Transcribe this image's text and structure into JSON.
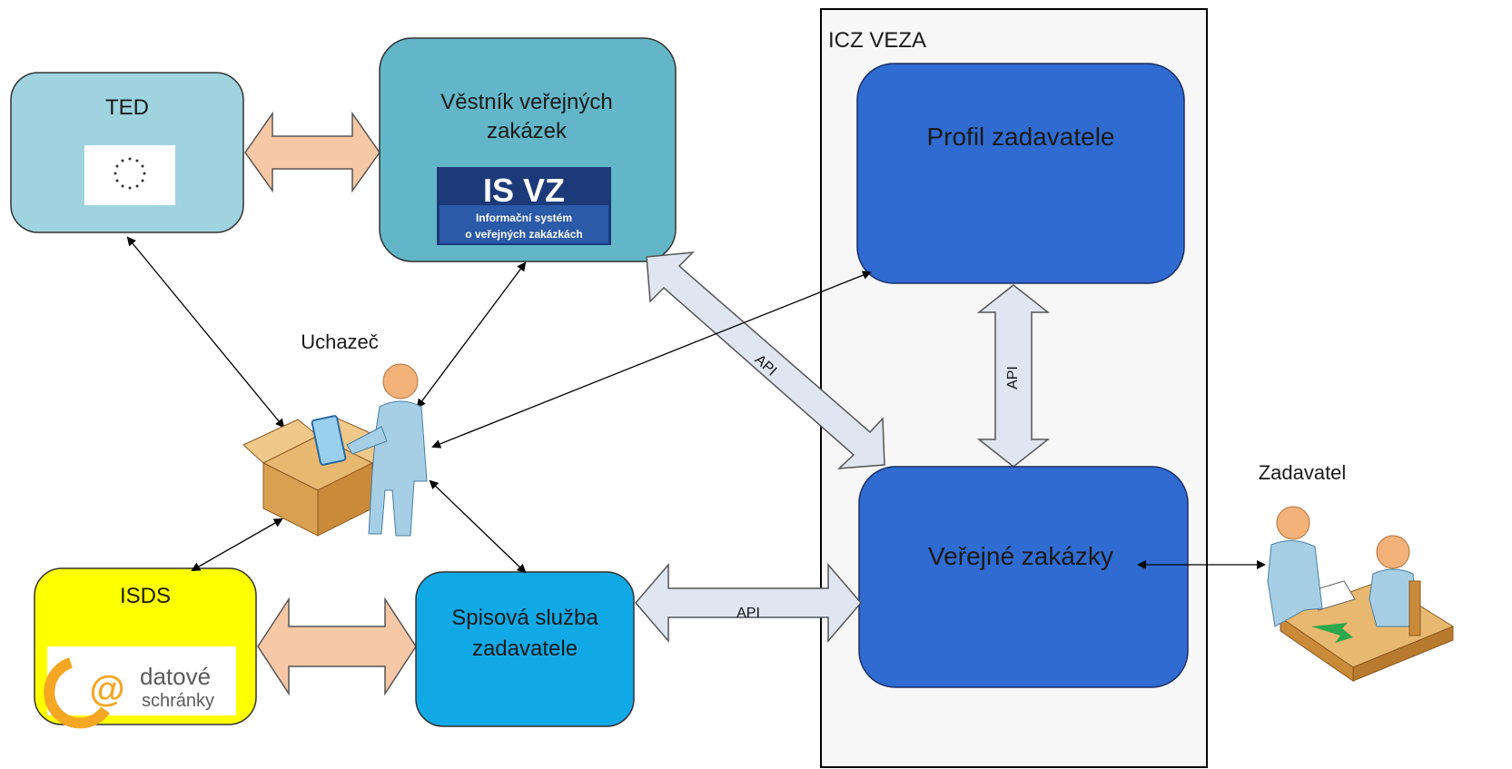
{
  "container": {
    "label": "ICZ VEZA"
  },
  "nodes": {
    "ted": {
      "label": "TED",
      "icon": "eu-flag-icon"
    },
    "vestnik": {
      "label_line1": "Věstník veřejných",
      "label_line2": "zakázek",
      "logo_big": "IS VZ",
      "logo_small1": "Informační systém",
      "logo_small2": "o veřejných zakázkách"
    },
    "profil": {
      "label": "Profil zadavatele"
    },
    "verejne": {
      "label": "Veřejné zakázky"
    },
    "isds": {
      "label": "ISDS",
      "logo_line1": "datové",
      "logo_line2": "schránky"
    },
    "spisova": {
      "label_line1": "Spisová služba",
      "label_line2": "zadavatele"
    },
    "uchazec": {
      "label": "Uchazeč"
    },
    "zadavatel": {
      "label": "Zadavatel"
    }
  },
  "connections": {
    "api_vestnik": "API",
    "api_profil": "API",
    "api_spisova": "API"
  },
  "colors": {
    "ted_fill": "#9fd3e0",
    "vestnik_fill": "#62b6c8",
    "veza_fill": "#2f6bd0",
    "isds_fill": "#ffff00",
    "spisova_fill": "#11a8e6",
    "double_arrow_peach": "#f7c8a6",
    "double_arrow_blue": "#dfe6f2"
  }
}
